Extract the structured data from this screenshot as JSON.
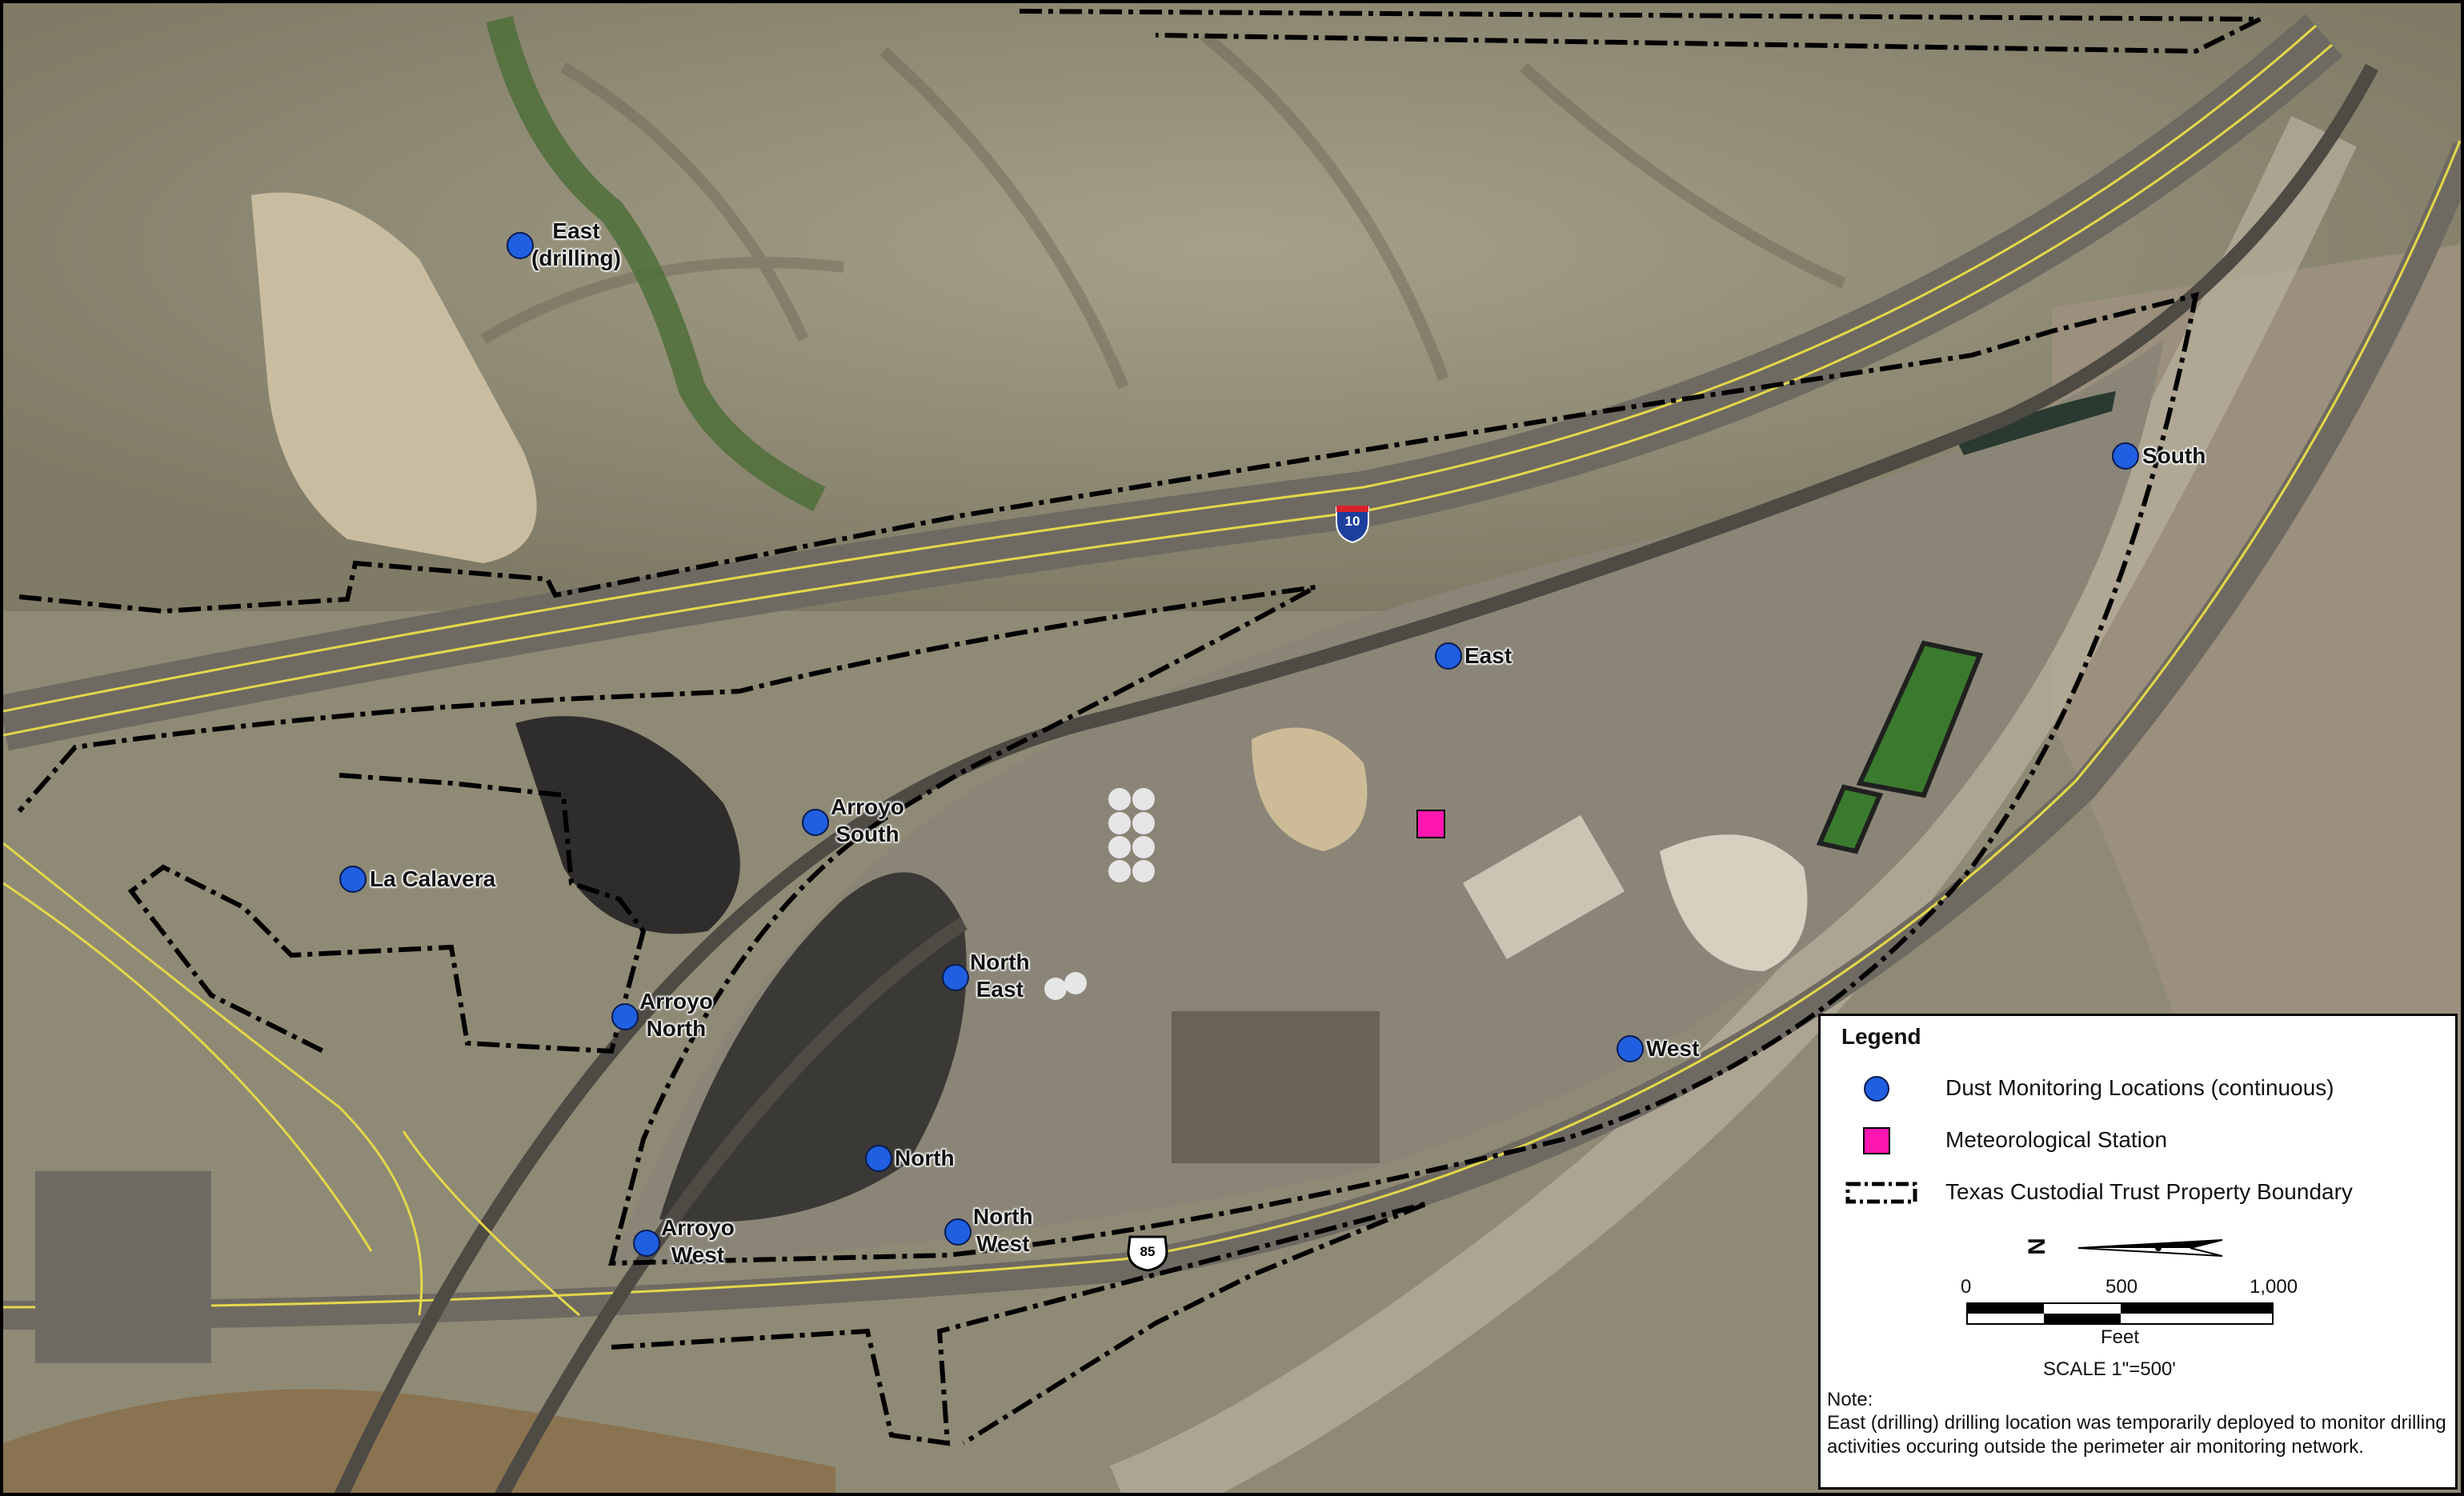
{
  "map": {
    "monitoring_sites": [
      {
        "id": "east-drilling",
        "lines": [
          "East",
          "(drilling)"
        ]
      },
      {
        "id": "south",
        "lines": [
          "South"
        ]
      },
      {
        "id": "east",
        "lines": [
          "East"
        ]
      },
      {
        "id": "arroyo-south",
        "lines": [
          "Arroyo",
          "South"
        ]
      },
      {
        "id": "la-calavera",
        "lines": [
          "La Calavera"
        ]
      },
      {
        "id": "north-east",
        "lines": [
          "North",
          "East"
        ]
      },
      {
        "id": "arroyo-north",
        "lines": [
          "Arroyo",
          "North"
        ]
      },
      {
        "id": "west",
        "lines": [
          "West"
        ]
      },
      {
        "id": "north",
        "lines": [
          "North"
        ]
      },
      {
        "id": "arroyo-west",
        "lines": [
          "Arroyo",
          "West"
        ]
      },
      {
        "id": "north-west",
        "lines": [
          "North",
          "West"
        ]
      }
    ],
    "highway_shields": {
      "interstate": "10",
      "us_route": "85"
    },
    "colors": {
      "monitor": "#1f5fe0",
      "met_station": "#ff17b0",
      "boundary": "#000000",
      "roads": "#e4d84a"
    }
  },
  "legend": {
    "title": "Legend",
    "items": [
      {
        "symbol": "blue-circle",
        "label": "Dust Monitoring Locations (continuous)"
      },
      {
        "symbol": "magenta-square",
        "label": "Meteorological Station"
      },
      {
        "symbol": "dash-dot-box",
        "label": "Texas Custodial Trust Property Boundary"
      }
    ],
    "north_arrow_letter": "N",
    "scale_bar": {
      "ticks": [
        "0",
        "500",
        "1,000"
      ],
      "units": "Feet",
      "ratio": "SCALE 1\"=500'"
    },
    "note_heading": "Note:",
    "note_text": "East (drilling) drilling location was temporarily deployed to monitor drilling activities occuring outside the perimeter air monitoring network."
  }
}
